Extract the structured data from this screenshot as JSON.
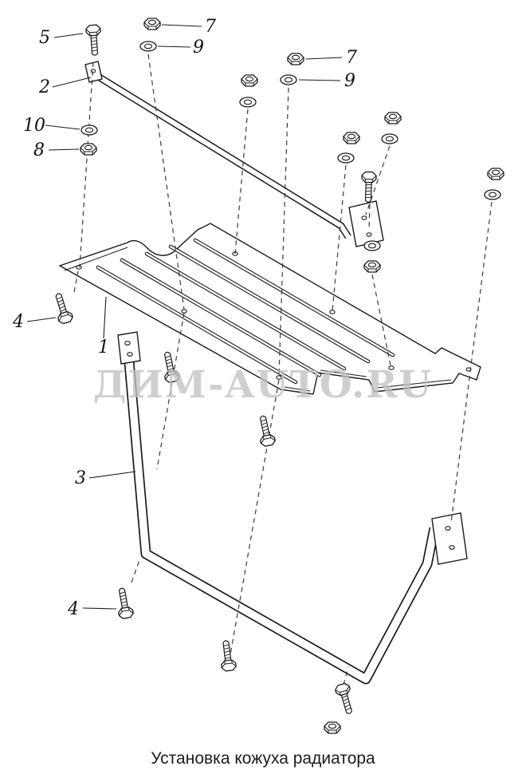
{
  "figure": {
    "caption": "Установка кожуха радиатора",
    "watermark": "ДИМ-AUTO.RU"
  },
  "icons": {
    "bolt": "hex-head-bolt",
    "nut": "hex-nut",
    "washer": "flat-washer-ring"
  },
  "colors": {
    "line": "#1a1a1a",
    "watermark": "#bfc2c4",
    "background": "#ffffff"
  },
  "callouts": [
    {
      "label": "5"
    },
    {
      "label": "7"
    },
    {
      "label": "9"
    },
    {
      "label": "2"
    },
    {
      "label": "10"
    },
    {
      "label": "8"
    },
    {
      "label": "7"
    },
    {
      "label": "9"
    },
    {
      "label": "4"
    },
    {
      "label": "1"
    },
    {
      "label": "3"
    },
    {
      "label": "4"
    }
  ]
}
